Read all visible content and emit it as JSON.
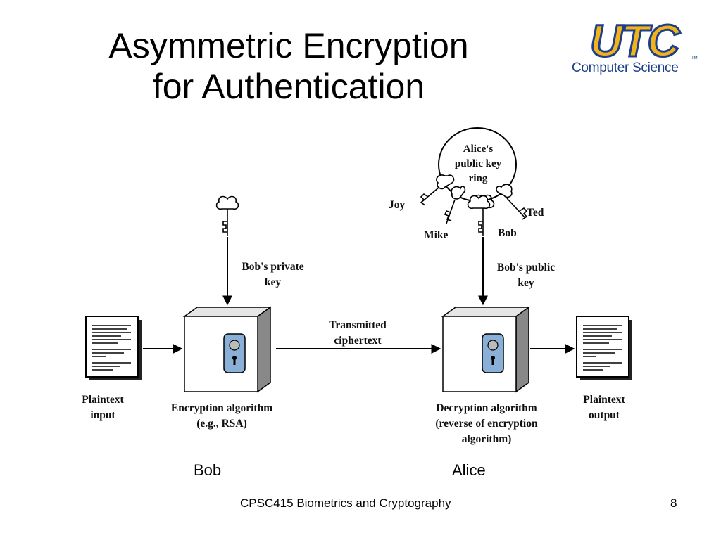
{
  "title": {
    "line1": "Asymmetric Encryption",
    "line2": "for Authentication"
  },
  "logo": {
    "letters": "UTC",
    "subtitle": "Computer Science",
    "trademark": "TM"
  },
  "diagram": {
    "plaintext_input": {
      "line1": "Plaintext",
      "line2": "input"
    },
    "plaintext_output": {
      "line1": "Plaintext",
      "line2": "output"
    },
    "bobs_private_key": {
      "line1": "Bob's private",
      "line2": "key"
    },
    "bobs_public_key": {
      "line1": "Bob's public",
      "line2": "key"
    },
    "transmitted": {
      "line1": "Transmitted",
      "line2": "ciphertext"
    },
    "encryption": {
      "line1": "Encryption algorithm",
      "line2": "(e.g., RSA)"
    },
    "decryption": {
      "line1": "Decryption algorithm",
      "line2": "(reverse of encryption",
      "line3": "algorithm)"
    },
    "key_ring": {
      "line1": "Alice's",
      "line2": "public key",
      "line3": "ring"
    },
    "ring_keys": {
      "joy": "Joy",
      "mike": "Mike",
      "bob": "Bob",
      "ted": "Ted"
    }
  },
  "parties": {
    "sender": "Bob",
    "receiver": "Alice"
  },
  "footer": {
    "course": "CPSC415 Biometrics and Cryptography",
    "page": "8"
  }
}
